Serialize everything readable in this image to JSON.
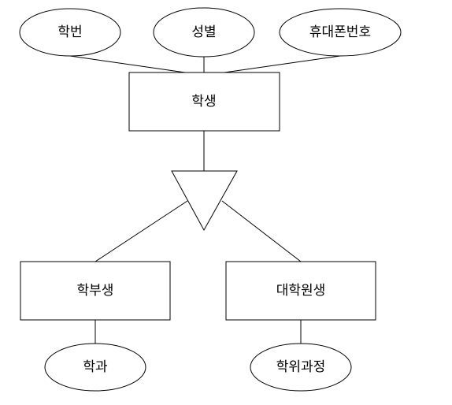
{
  "diagram": {
    "entities": {
      "student": "학생",
      "undergraduate": "학부생",
      "graduate": "대학원생"
    },
    "attributes": {
      "student_id": "학번",
      "gender": "성별",
      "phone": "휴대폰번호",
      "department": "학과",
      "degree_program": "학위과정"
    }
  }
}
